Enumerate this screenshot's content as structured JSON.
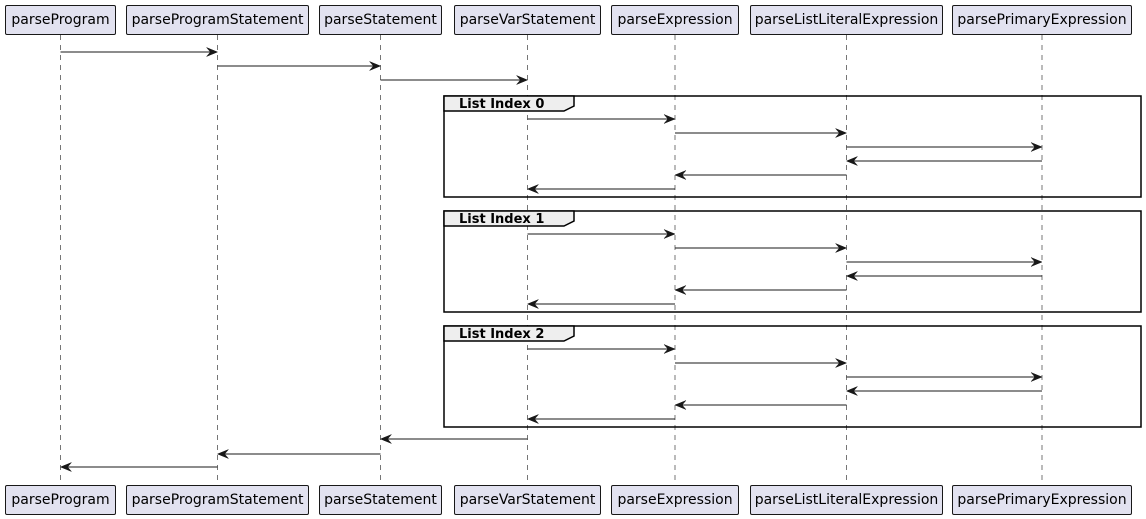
{
  "diagram": {
    "participants": [
      {
        "id": "parseProgram",
        "label": "parseProgram"
      },
      {
        "id": "parseProgramStatement",
        "label": "parseProgramStatement"
      },
      {
        "id": "parseStatement",
        "label": "parseStatement"
      },
      {
        "id": "parseVarStatement",
        "label": "parseVarStatement"
      },
      {
        "id": "parseExpression",
        "label": "parseExpression"
      },
      {
        "id": "parseListLiteralExpression",
        "label": "parseListLiteralExpression"
      },
      {
        "id": "parsePrimaryExpression",
        "label": "parsePrimaryExpression"
      }
    ],
    "messages": [
      {
        "from": 0,
        "to": 1
      },
      {
        "from": 1,
        "to": 2
      },
      {
        "from": 2,
        "to": 3
      },
      {
        "from": 3,
        "to": 4
      },
      {
        "from": 4,
        "to": 5
      },
      {
        "from": 5,
        "to": 6
      },
      {
        "from": 6,
        "to": 5
      },
      {
        "from": 5,
        "to": 4
      },
      {
        "from": 4,
        "to": 3
      },
      {
        "from": 3,
        "to": 4
      },
      {
        "from": 4,
        "to": 5
      },
      {
        "from": 5,
        "to": 6
      },
      {
        "from": 6,
        "to": 5
      },
      {
        "from": 5,
        "to": 4
      },
      {
        "from": 4,
        "to": 3
      },
      {
        "from": 3,
        "to": 4
      },
      {
        "from": 4,
        "to": 5
      },
      {
        "from": 5,
        "to": 6
      },
      {
        "from": 6,
        "to": 5
      },
      {
        "from": 5,
        "to": 4
      },
      {
        "from": 4,
        "to": 3
      },
      {
        "from": 3,
        "to": 2
      },
      {
        "from": 2,
        "to": 1
      },
      {
        "from": 1,
        "to": 0
      }
    ],
    "groups": [
      {
        "label": "List Index 0",
        "first_message": 3,
        "last_message": 8
      },
      {
        "label": "List Index 1",
        "first_message": 9,
        "last_message": 14
      },
      {
        "label": "List Index 2",
        "first_message": 15,
        "last_message": 20
      }
    ],
    "colors": {
      "participant_fill": "#e2e2f0",
      "participant_border": "#181818",
      "lifeline": "#555555",
      "arrow": "#181818",
      "group_tab_fill": "#eeeeee"
    }
  }
}
